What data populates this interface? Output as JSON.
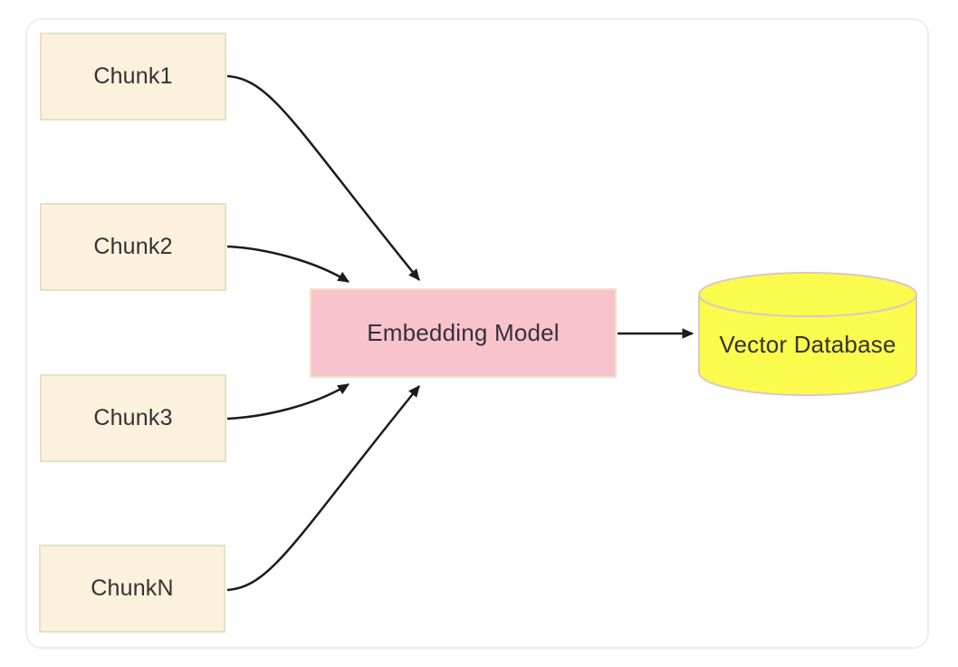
{
  "diagram": {
    "type": "flowchart-lr",
    "nodes": {
      "chunk1": {
        "label": "Chunk1",
        "shape": "rect"
      },
      "chunk2": {
        "label": "Chunk2",
        "shape": "rect"
      },
      "chunk3": {
        "label": "Chunk3",
        "shape": "rect"
      },
      "chunkN": {
        "label": "ChunkN",
        "shape": "rect"
      },
      "embedding_model": {
        "label": "Embedding Model",
        "shape": "rect"
      },
      "vector_database": {
        "label": "Vector Database",
        "shape": "cylinder"
      }
    },
    "edges": [
      {
        "from": "chunk1",
        "to": "embedding_model"
      },
      {
        "from": "chunk2",
        "to": "embedding_model"
      },
      {
        "from": "chunk3",
        "to": "embedding_model"
      },
      {
        "from": "chunkN",
        "to": "embedding_model"
      },
      {
        "from": "embedding_model",
        "to": "vector_database"
      }
    ],
    "colors": {
      "chunk_fill": "#fcf1dd",
      "chunk_border": "#eadfc3",
      "embedding_fill": "#f8c3cd",
      "embedding_border": "#f0e3c6",
      "database_fill": "#fbfb4d",
      "database_border": "#ddc7c3",
      "edge_color": "#1b1b1b",
      "text_color": "#333333",
      "canvas_border": "#ececec"
    }
  }
}
